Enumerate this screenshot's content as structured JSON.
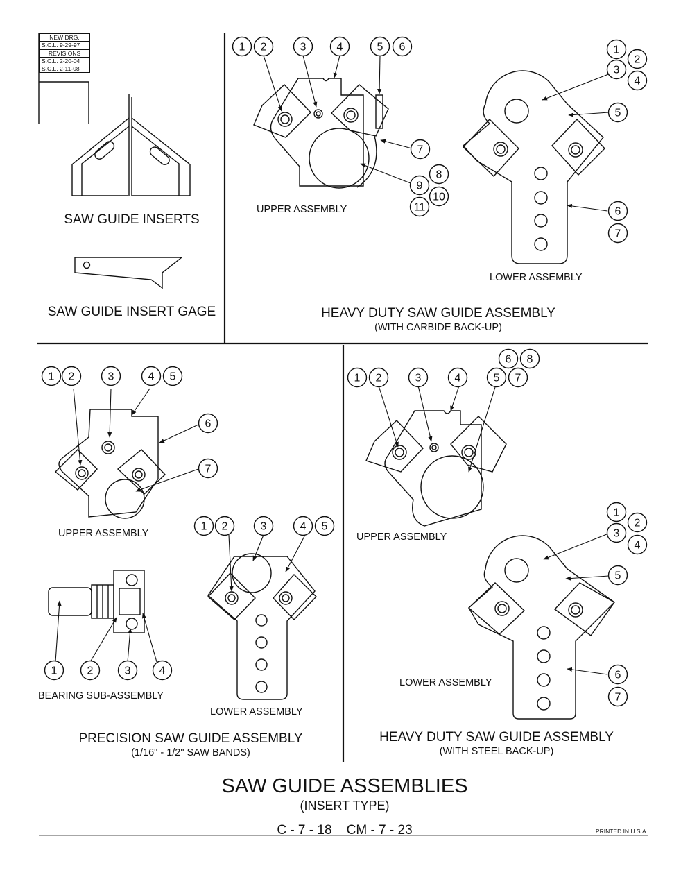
{
  "revisions": {
    "new_drg_label": "NEW DRG.",
    "new_drg_value": "S.C.L. 9-29-97",
    "revisions_label": "REVISIONS",
    "rev1": "S.C.L. 2-20-04",
    "rev2": "S.C.L. 2-11-08"
  },
  "left_top": {
    "inserts_title": "SAW GUIDE INSERTS",
    "gage_title": "SAW GUIDE INSERT GAGE"
  },
  "heavy_carbide": {
    "title": "HEAVY DUTY SAW GUIDE ASSEMBLY",
    "subtitle": "(WITH CARBIDE BACK-UP)",
    "upper_label": "UPPER ASSEMBLY",
    "lower_label": "LOWER ASSEMBLY",
    "upper_callouts": [
      "1",
      "2",
      "3",
      "4",
      "5",
      "6",
      "7",
      "8",
      "9",
      "10",
      "11"
    ],
    "lower_callouts": [
      "1",
      "2",
      "3",
      "4",
      "5",
      "6",
      "7"
    ]
  },
  "precision": {
    "title": "PRECISION SAW GUIDE ASSEMBLY",
    "subtitle": "(1/16\" - 1/2\" SAW BANDS)",
    "upper_label": "UPPER ASSEMBLY",
    "lower_label": "LOWER ASSEMBLY",
    "bearing_label": "BEARING SUB-ASSEMBLY",
    "upper_callouts": [
      "1",
      "2",
      "3",
      "4",
      "5",
      "6",
      "7"
    ],
    "lower_callouts": [
      "1",
      "2",
      "3",
      "4",
      "5"
    ],
    "bearing_callouts": [
      "1",
      "2",
      "3",
      "4"
    ]
  },
  "heavy_steel": {
    "title": "HEAVY DUTY SAW GUIDE ASSEMBLY",
    "subtitle": "(WITH STEEL BACK-UP)",
    "upper_label": "UPPER ASSEMBLY",
    "lower_label": "LOWER ASSEMBLY",
    "upper_callouts": [
      "1",
      "2",
      "3",
      "4",
      "5",
      "6",
      "7",
      "8"
    ],
    "lower_callouts": [
      "1",
      "2",
      "3",
      "4",
      "5",
      "6",
      "7"
    ]
  },
  "page": {
    "title": "SAW GUIDE ASSEMBLIES",
    "subtitle": "(INSERT TYPE)",
    "page_ref": "C - 7 - 18    CM - 7 - 23",
    "printed": "PRINTED IN U.S.A."
  }
}
